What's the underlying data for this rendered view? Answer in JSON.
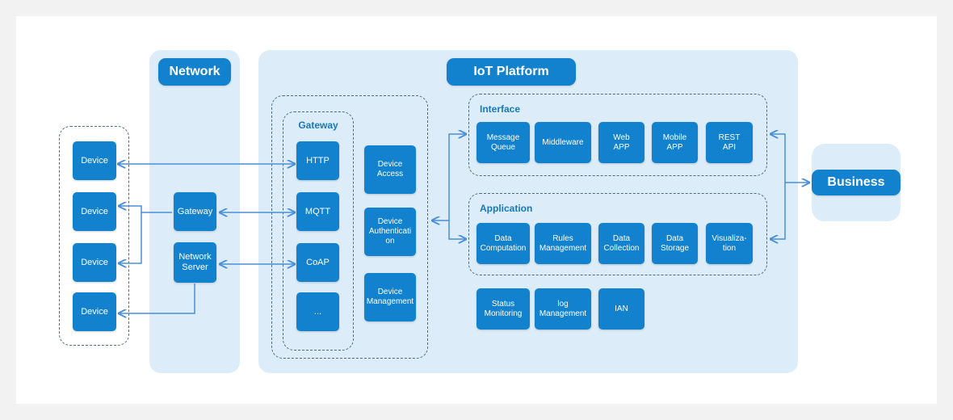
{
  "colors": {
    "accent": "#1282cf",
    "panel": "#dcedf9",
    "line": "#4a8fd8",
    "dashed_border": "#4e6a80"
  },
  "network": {
    "title": "Network",
    "gateway": "Gateway",
    "network_server": "Network\nServer"
  },
  "devices": [
    "Device",
    "Device",
    "Device",
    "Device"
  ],
  "iot_platform": {
    "title": "IoT Platform",
    "gateway_label": "Gateway",
    "protocols": [
      "HTTP",
      "MQTT",
      "CoAP",
      "..."
    ],
    "device_services": [
      "Device\nAccess",
      "Device\nAuthenticati\non",
      "Device\nManagement"
    ],
    "interface": {
      "label": "Interface",
      "items": [
        "Message\nQueue",
        "Middleware",
        "Web\nAPP",
        "Mobile\nAPP",
        "REST\nAPI"
      ]
    },
    "application": {
      "label": "Application",
      "items": [
        "Data\nComputation",
        "Rules\nManagement",
        "Data\nCollection",
        "Data\nStorage",
        "Visualiza-\ntion"
      ]
    },
    "ops": [
      "Status\nMonitoring",
      "log\nManagement",
      "IAN"
    ]
  },
  "business": {
    "title": "Business"
  }
}
